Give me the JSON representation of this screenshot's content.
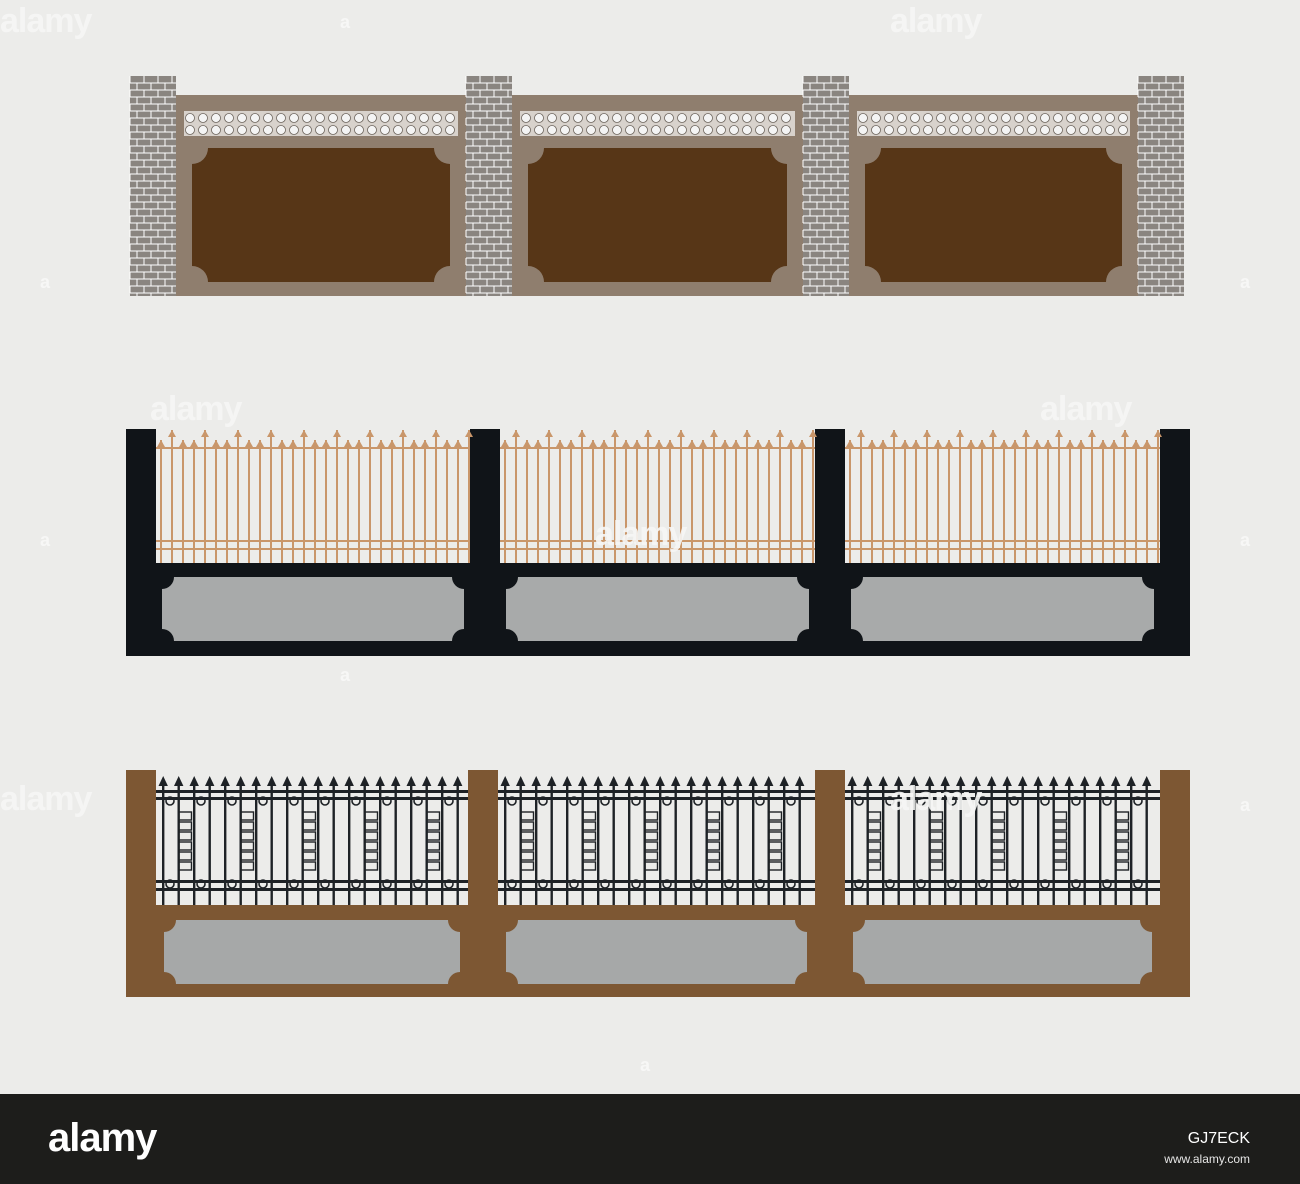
{
  "watermark": {
    "text": "alamy",
    "small": "a"
  },
  "footer": {
    "brand": "alamy",
    "image_code": "GJ7ECK",
    "site": "www.alamy.com"
  },
  "fences": [
    {
      "style": "brick-pillar-concrete-panel",
      "colors": {
        "pillar": "#8a8580",
        "brick_line": "#ffffff",
        "frame": "#8f7e6e",
        "panel": "#573617",
        "ornament": "#f4f4f4"
      }
    },
    {
      "style": "black-pillar-copper-spear-rail",
      "colors": {
        "pillar": "#101418",
        "rail": "#c9966a",
        "panel": "#a8aaaa"
      }
    },
    {
      "style": "brown-pillar-black-iron-lattice",
      "colors": {
        "pillar": "#7d5733",
        "iron": "#1e2226",
        "panel": "#a6a8a8"
      }
    }
  ]
}
